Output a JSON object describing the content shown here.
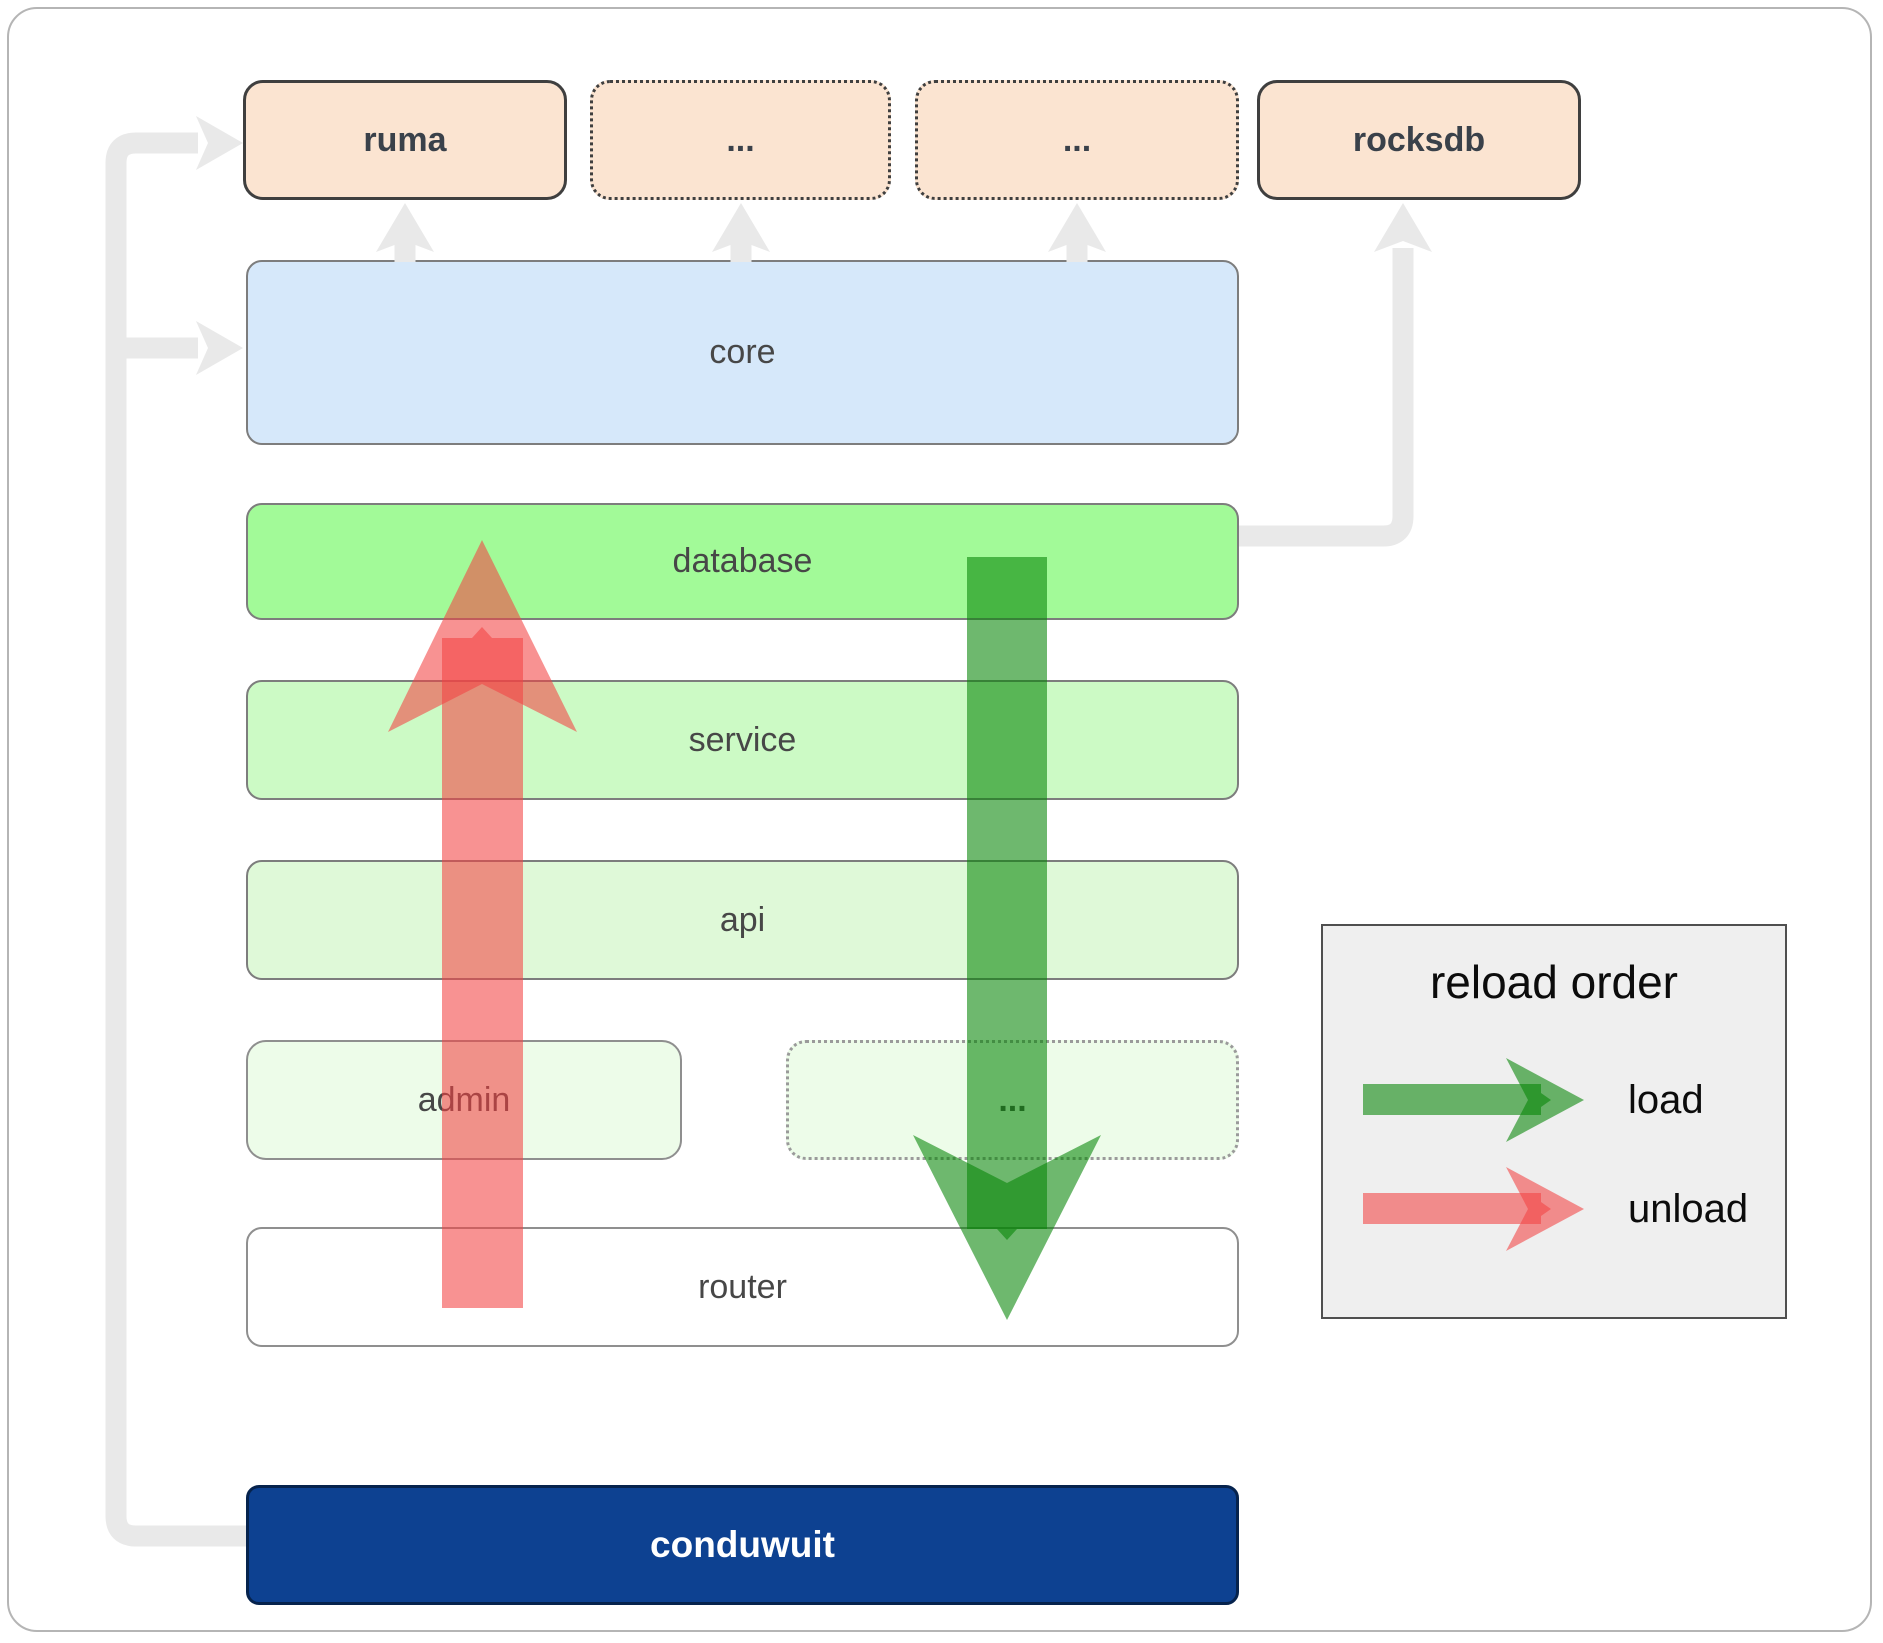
{
  "diagram": {
    "nodes": {
      "ruma": "ruma",
      "ellipsis_top_1": "...",
      "ellipsis_top_2": "...",
      "rocksdb": "rocksdb",
      "core": "core",
      "database": "database",
      "service": "service",
      "api": "api",
      "admin": "admin",
      "ellipsis_admin_row": "...",
      "router": "router",
      "conduwuit": "conduwuit"
    },
    "legend": {
      "title": "reload order",
      "items": [
        {
          "label": "load",
          "color": "#068506"
        },
        {
          "label": "unload",
          "color": "#f34444"
        }
      ]
    },
    "colors": {
      "load_arrow_green": "#068506",
      "unload_arrow_red": "#f34444",
      "connector_gray": "#e9e9e9",
      "node_peach": "#fbe4d1",
      "node_blue": "#d6e8fa",
      "node_green_bright": "#a2fa98",
      "node_green_light": "#ccfac5",
      "node_green_lighter": "#dff9d8",
      "node_green_faint": "#edfce9",
      "conduwuit_blue": "#0d4191",
      "legend_bg": "#efefef"
    }
  }
}
